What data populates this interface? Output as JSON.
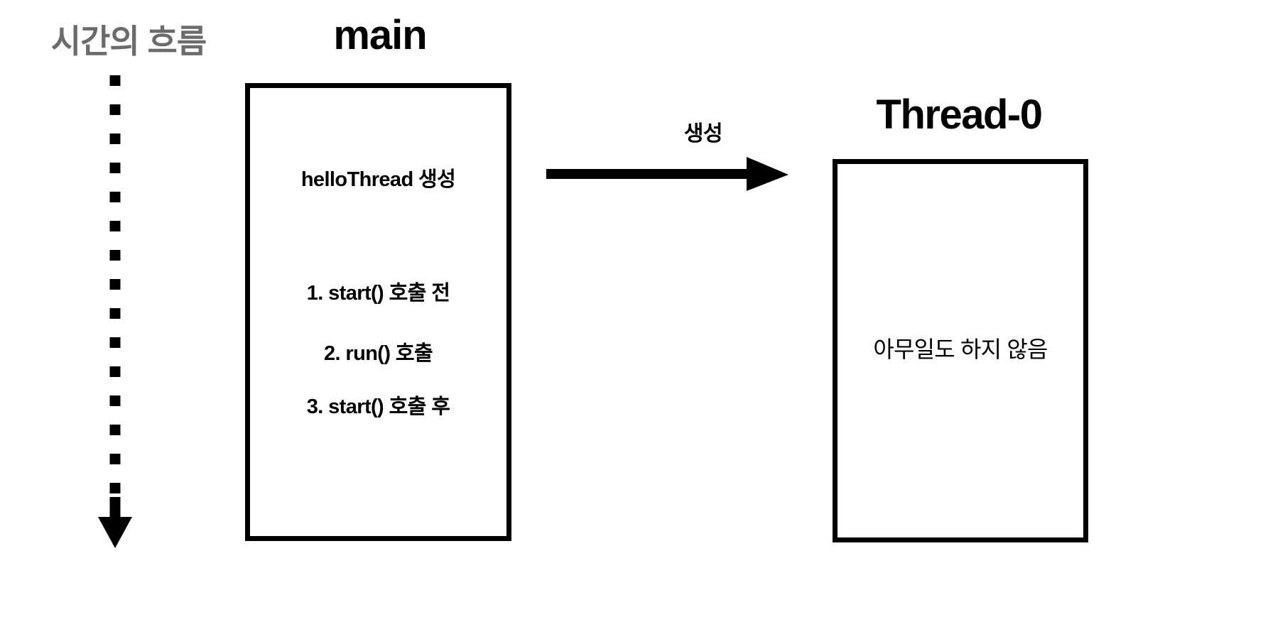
{
  "diagram": {
    "time_axis": {
      "label": "시간의 흐름",
      "label_color": "#6b6b6b",
      "line_style": "dotted",
      "arrow_direction": "down"
    },
    "main_thread": {
      "title": "main",
      "lines": [
        "helloThread 생성",
        "1. start() 호출 전",
        "2. run() 호출",
        "3. start() 호출 후"
      ]
    },
    "creation_arrow": {
      "label": "생성",
      "direction": "right"
    },
    "worker_thread": {
      "title": "Thread-0",
      "body_text": "아무일도 하지 않음"
    }
  },
  "colors": {
    "background": "#ffffff",
    "stroke": "#000000",
    "muted_text": "#6b6b6b"
  }
}
